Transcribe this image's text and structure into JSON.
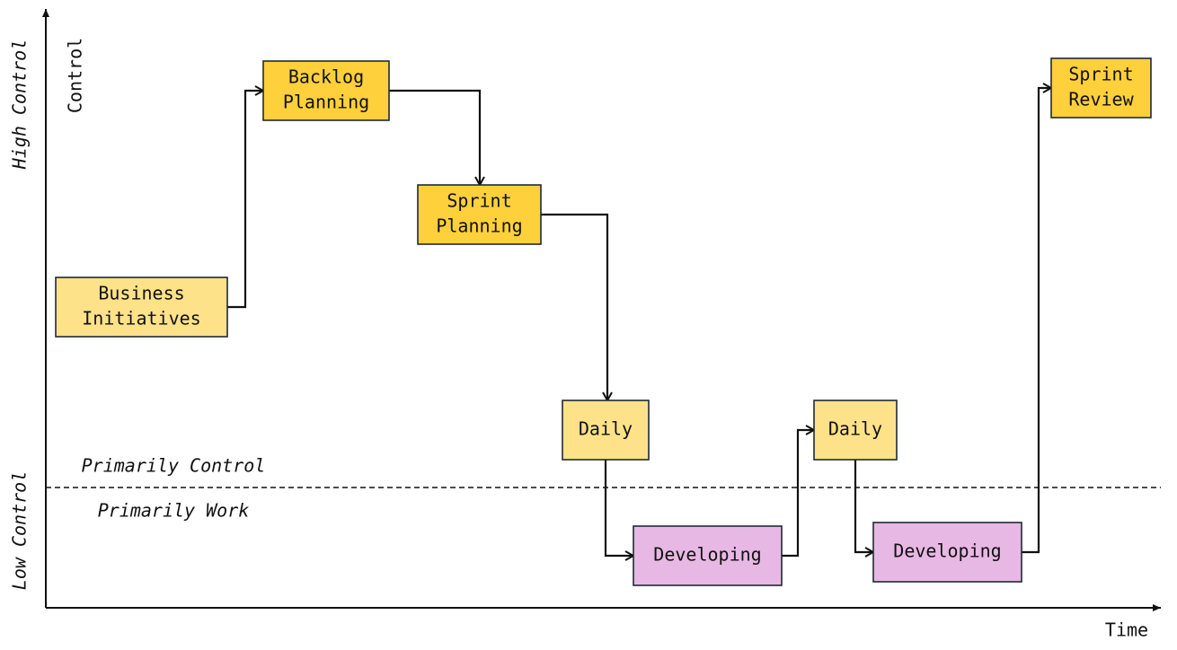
{
  "axes": {
    "y_label": "Control",
    "x_label": "Time",
    "y_high": "High Control",
    "y_low": "Low Control"
  },
  "zones": {
    "upper": "Primarily Control",
    "lower": "Primarily Work"
  },
  "nodes": [
    {
      "id": "business-initiatives",
      "lines": [
        "Business",
        "Initiatives"
      ],
      "kind": "control-light"
    },
    {
      "id": "backlog-planning",
      "lines": [
        "Backlog",
        "Planning"
      ],
      "kind": "control"
    },
    {
      "id": "sprint-planning",
      "lines": [
        "Sprint",
        "Planning"
      ],
      "kind": "control"
    },
    {
      "id": "daily-1",
      "lines": [
        "Daily"
      ],
      "kind": "control-light"
    },
    {
      "id": "developing-1",
      "lines": [
        "Developing"
      ],
      "kind": "work"
    },
    {
      "id": "daily-2",
      "lines": [
        "Daily"
      ],
      "kind": "control-light"
    },
    {
      "id": "developing-2",
      "lines": [
        "Developing"
      ],
      "kind": "work"
    },
    {
      "id": "sprint-review",
      "lines": [
        "Sprint",
        "Review"
      ],
      "kind": "control"
    }
  ],
  "edges": [
    {
      "from": "business-initiatives",
      "to": "backlog-planning"
    },
    {
      "from": "backlog-planning",
      "to": "sprint-planning"
    },
    {
      "from": "sprint-planning",
      "to": "daily-1"
    },
    {
      "from": "daily-1",
      "to": "developing-1"
    },
    {
      "from": "developing-1",
      "to": "daily-2"
    },
    {
      "from": "daily-2",
      "to": "developing-2"
    },
    {
      "from": "developing-2",
      "to": "sprint-review"
    }
  ],
  "colors": {
    "control": "#fdd03c",
    "control-light": "#fde28a",
    "work": "#e8b8e4",
    "stroke": "#1f2a36",
    "line": "#111111"
  }
}
